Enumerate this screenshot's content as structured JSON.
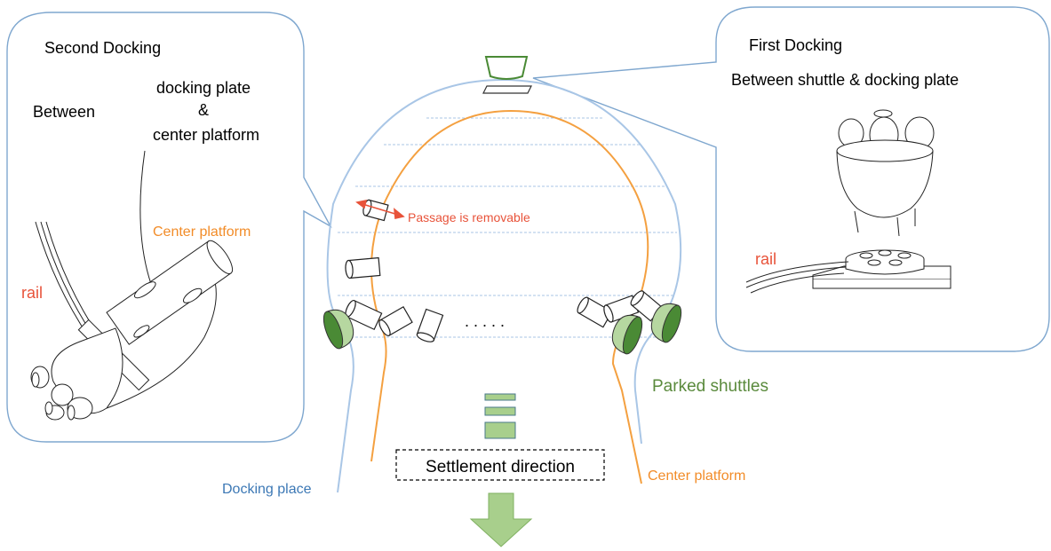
{
  "callouts": {
    "second": {
      "title": "Second Docking",
      "between": "Between",
      "line1": "docking plate",
      "line2": "&",
      "line3": "center platform",
      "center_platform": "Center platform",
      "rail": "rail"
    },
    "first": {
      "title": "First Docking",
      "subtitle": "Between shuttle & docking plate",
      "rail": "rail"
    }
  },
  "main": {
    "passage_note": "Passage is removable",
    "ellipsis": ". . . . .",
    "parked_shuttles": "Parked shuttles",
    "settlement_direction": "Settlement direction",
    "docking_place": "Docking place",
    "center_platform": "Center platform"
  },
  "colors": {
    "outline_blue": "#7fa7cf",
    "hull_blue": "#a9c6e6",
    "orange": "#f4a040",
    "orange_text": "#f28c28",
    "red": "#e8533a",
    "green_dark": "#4a8a35",
    "green_light": "#b6d7a0",
    "green_text": "#5a8a3c",
    "blue_text": "#3c78b5",
    "arrow_green": "#a8cf8c"
  }
}
